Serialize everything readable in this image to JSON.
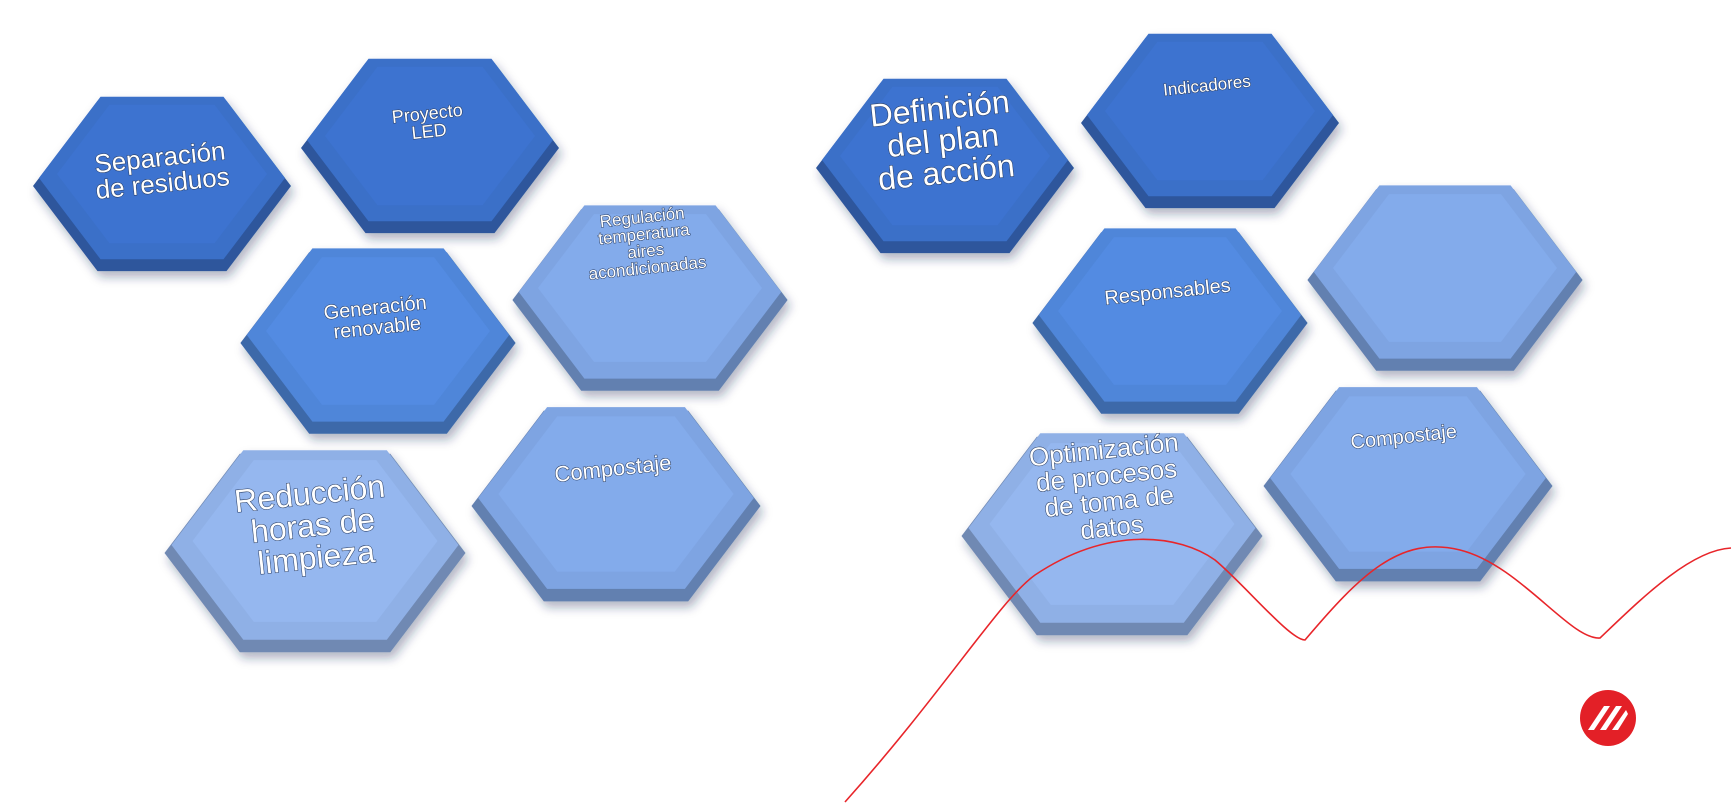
{
  "colors": {
    "hex_dark": "#3a6fc8",
    "hex_mid": "#4f86d9",
    "hex_light": "#7ea4e2",
    "hex_pale": "#8fb0e6",
    "curve": "#e8252a",
    "logo": "#e32027"
  },
  "left_cluster": {
    "separacion": {
      "lines": [
        "Separación",
        "de residuos"
      ]
    },
    "proyecto_led": {
      "lines": [
        "Proyecto",
        "LED"
      ]
    },
    "generacion": {
      "lines": [
        "Generación",
        "renovable"
      ]
    },
    "regulacion": {
      "lines": [
        "Regulación",
        "temperatura",
        "aires",
        "acondicionadas"
      ]
    },
    "reduccion": {
      "lines": [
        "Reducción",
        "horas de",
        "limpieza"
      ]
    },
    "compostaje": {
      "lines": [
        "Compostaje"
      ]
    }
  },
  "right_cluster": {
    "definicion": {
      "lines": [
        "Definición",
        "del plan",
        "de acción"
      ]
    },
    "indicadores": {
      "lines": [
        "Indicadores"
      ]
    },
    "responsables": {
      "lines": [
        "Responsables"
      ]
    },
    "empty": {
      "lines": []
    },
    "optimizacion": {
      "lines": [
        "Optimización",
        "de procesos",
        "de toma de",
        "datos"
      ]
    },
    "compostaje": {
      "lines": [
        "Compostaje"
      ]
    }
  },
  "logo": {
    "icon": "company-logo-icon"
  }
}
